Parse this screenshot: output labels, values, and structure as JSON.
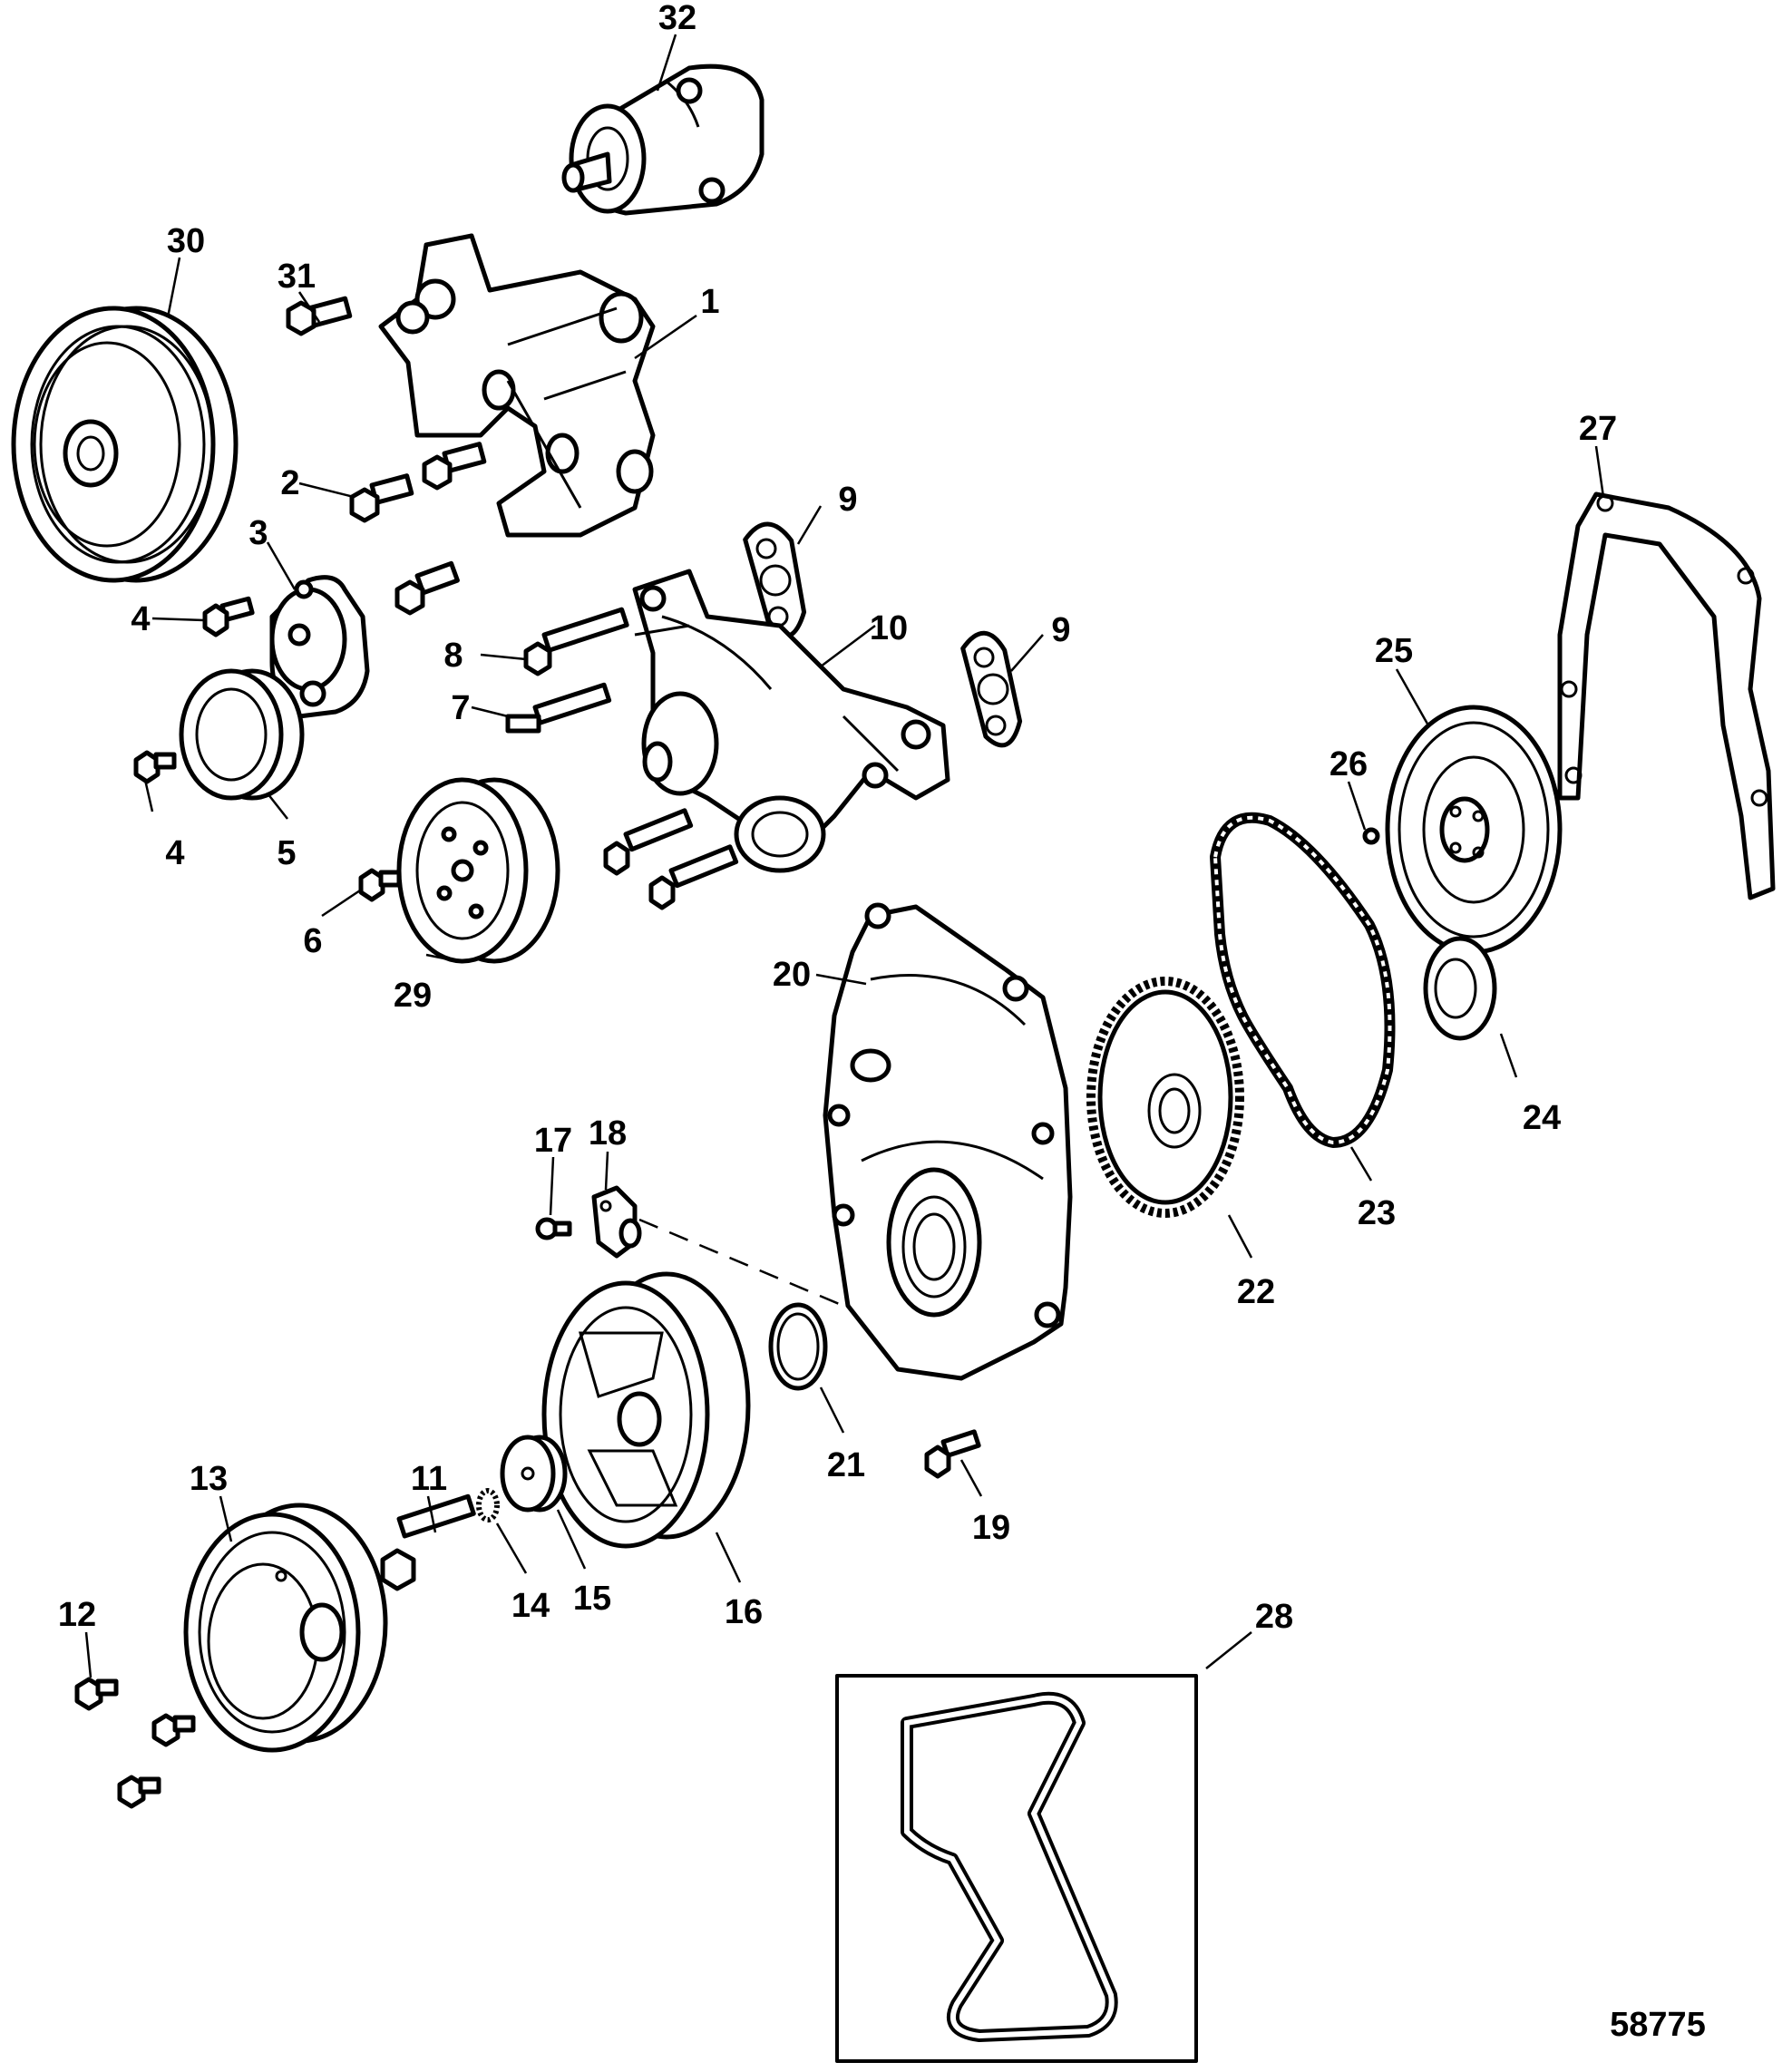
{
  "figure": {
    "number": "58775",
    "callouts": [
      "1",
      "2",
      "3",
      "4",
      "4",
      "5",
      "6",
      "7",
      "8",
      "9",
      "9",
      "10",
      "11",
      "12",
      "13",
      "14",
      "15",
      "16",
      "17",
      "18",
      "19",
      "20",
      "21",
      "22",
      "23",
      "24",
      "25",
      "26",
      "27",
      "28",
      "29",
      "30",
      "31",
      "32"
    ]
  }
}
